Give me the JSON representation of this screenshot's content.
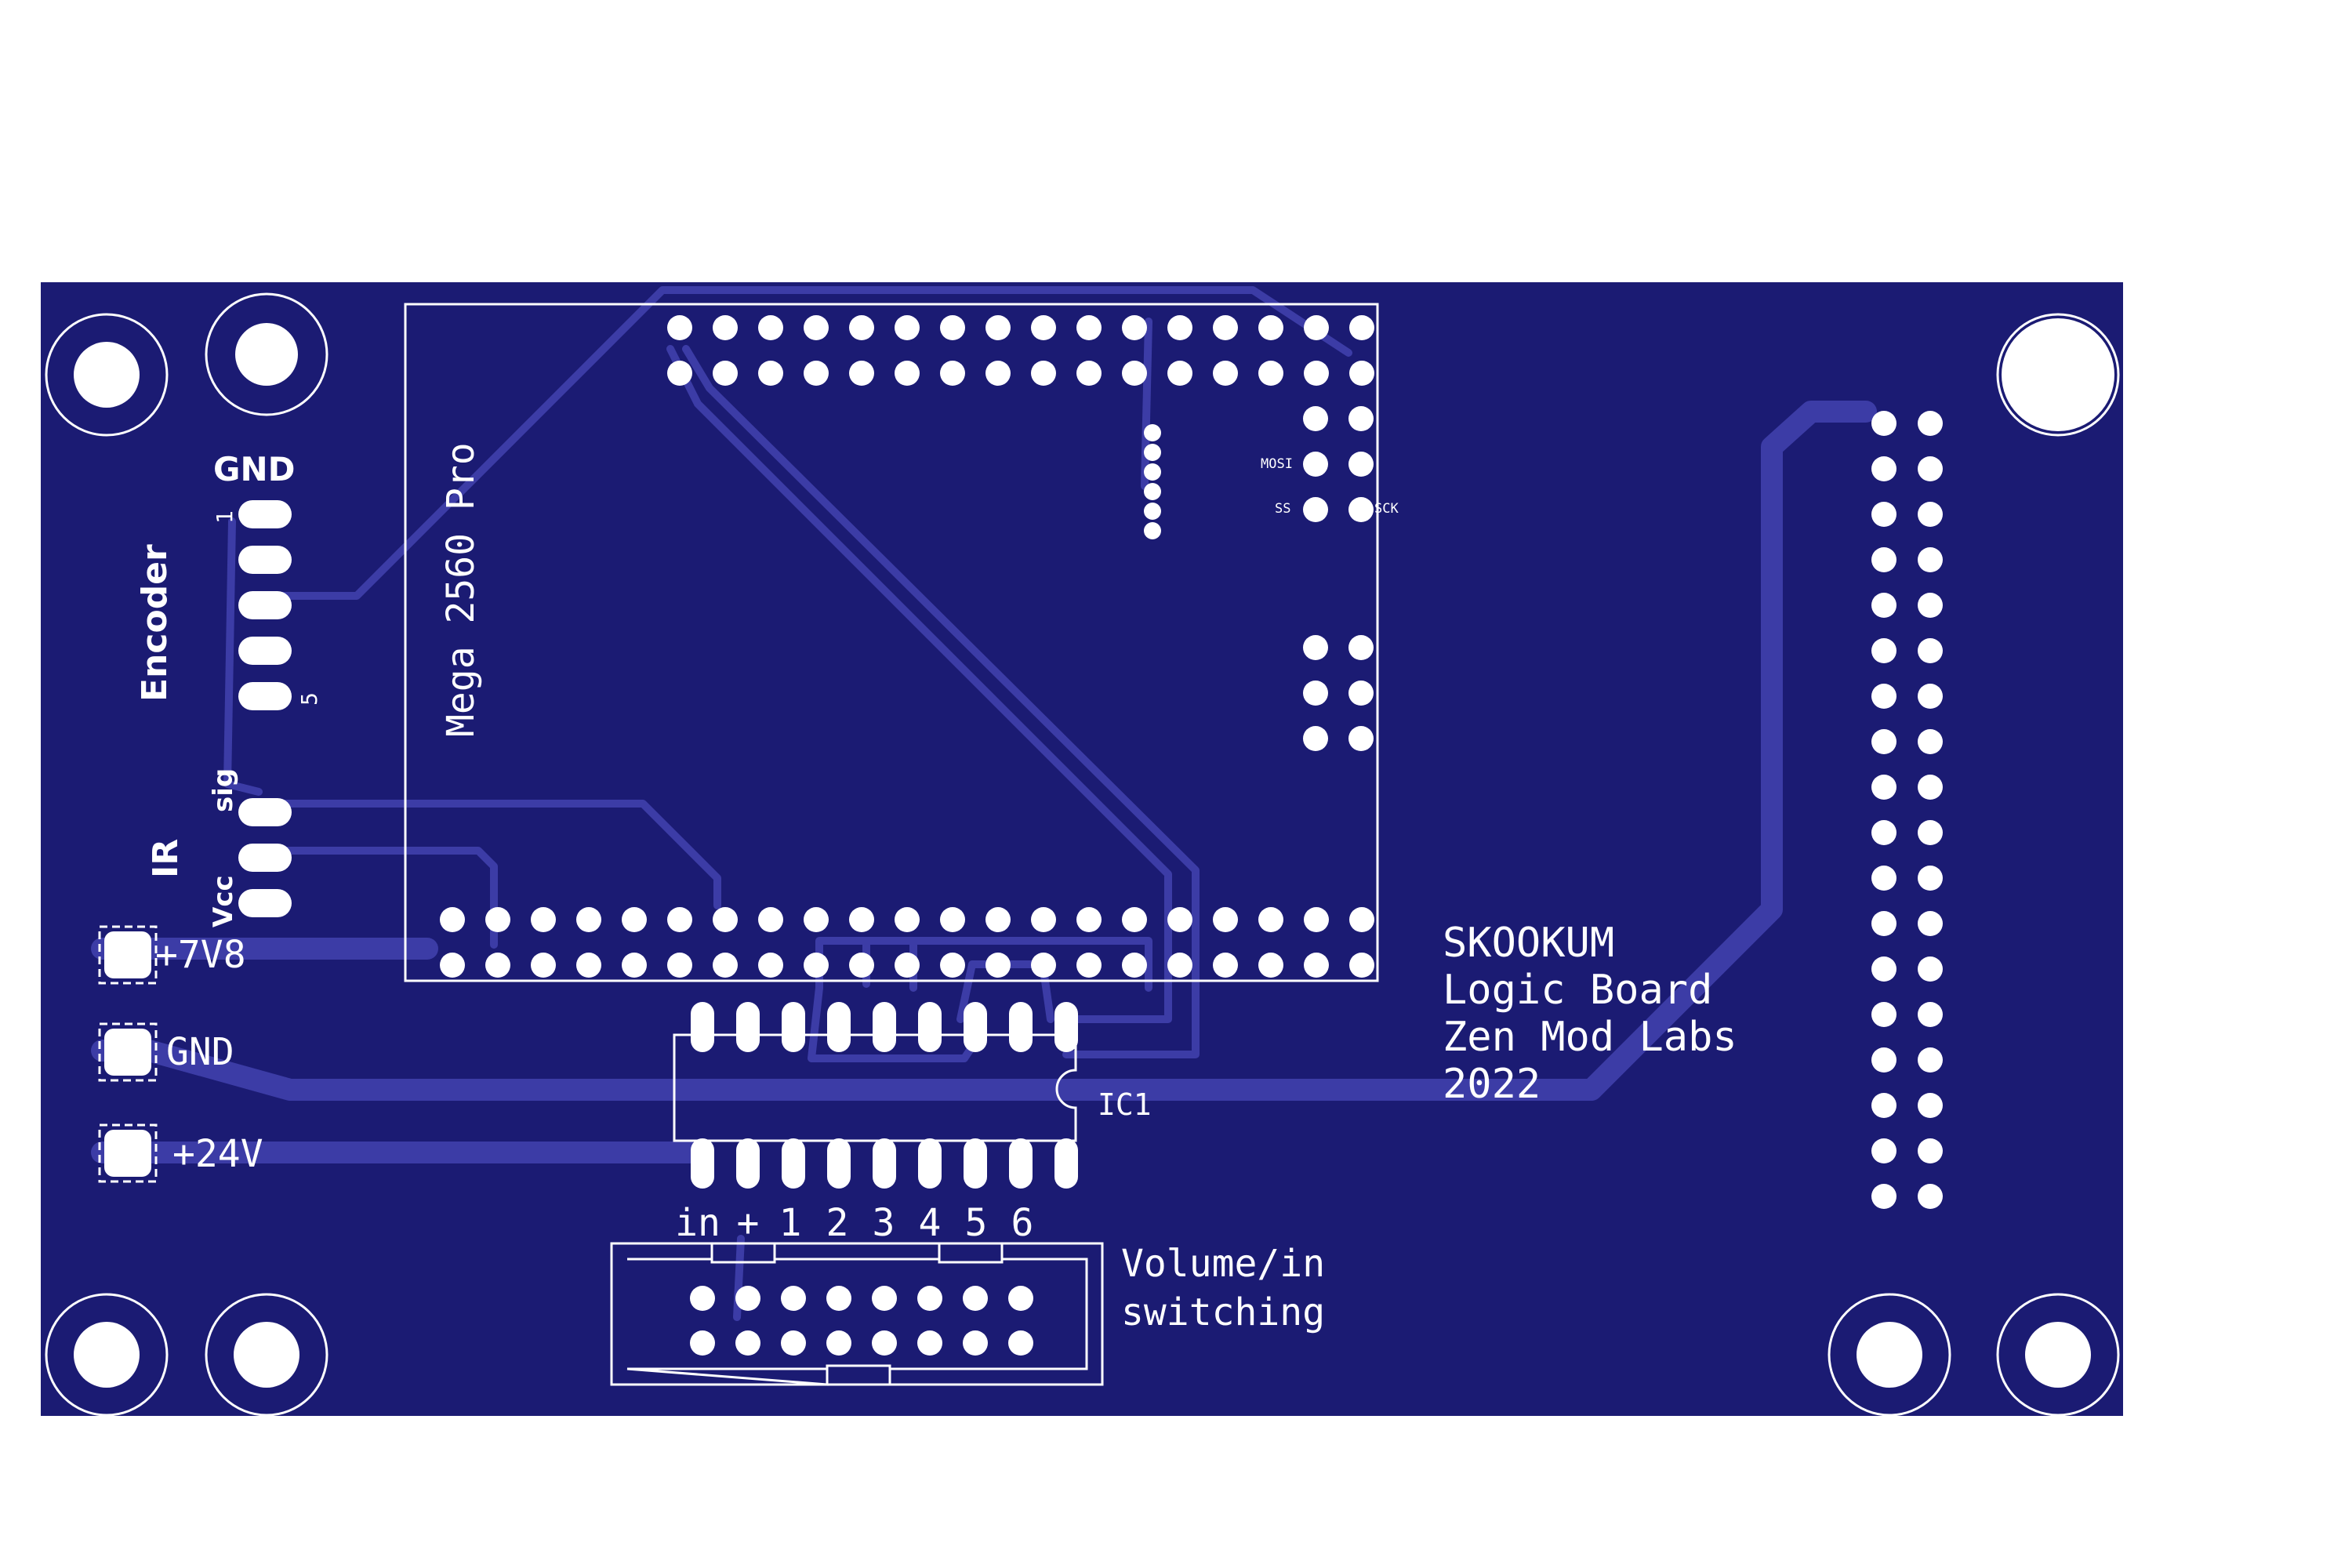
{
  "board": {
    "mega_label": "Mega 2560 Pro",
    "encoder_label": "Encoder",
    "encoder_gnd": "GND",
    "encoder_pin1": "1",
    "encoder_pin5": "5",
    "ir_label": "IR",
    "ir_sig": "sig",
    "ir_vcc": "Vcc",
    "pad_7v8": "+7V8",
    "pad_gnd": "GND",
    "pad_24v": "+24V",
    "mosi": "MOSI",
    "ss": "SS",
    "sck": "SCK",
    "ic_label": "IC1",
    "header_pins": [
      "in",
      "+",
      "1",
      "2",
      "3",
      "4",
      "5",
      "6"
    ],
    "volume_line1": "Volume/in",
    "volume_line2": "switching",
    "title_lines": [
      "SKOOKUM",
      "Logic Board",
      "Zen Mod Labs",
      "2022"
    ]
  },
  "colors": {
    "board": "#1b1b73",
    "trace": "#3c3ca6",
    "silk": "#ffffff"
  }
}
